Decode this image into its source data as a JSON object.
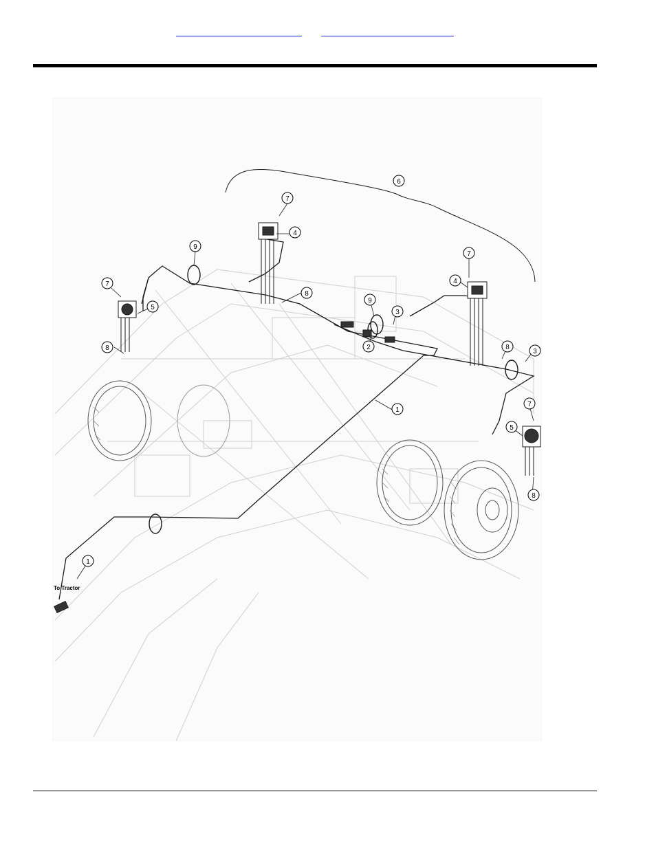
{
  "header": {
    "links": [
      "",
      ""
    ]
  },
  "figure": {
    "callouts": {
      "c1a": "1",
      "c1b": "1",
      "c2": "2",
      "c3a": "3",
      "c3b": "3",
      "c4a": "4",
      "c4b": "4",
      "c5a": "5",
      "c5b": "5",
      "c6": "6",
      "c7a": "7",
      "c7b": "7",
      "c7c": "7",
      "c7d": "7",
      "c8a": "8",
      "c8b": "8",
      "c8c": "8",
      "c8d": "8",
      "c9a": "9",
      "c9b": "9"
    },
    "tractor_label": "To Tractor"
  },
  "colors": {
    "link": "#1a2bdd",
    "rule": "#000000",
    "frame_line": "#c8c8c8",
    "wire": "#1a1a1a"
  }
}
